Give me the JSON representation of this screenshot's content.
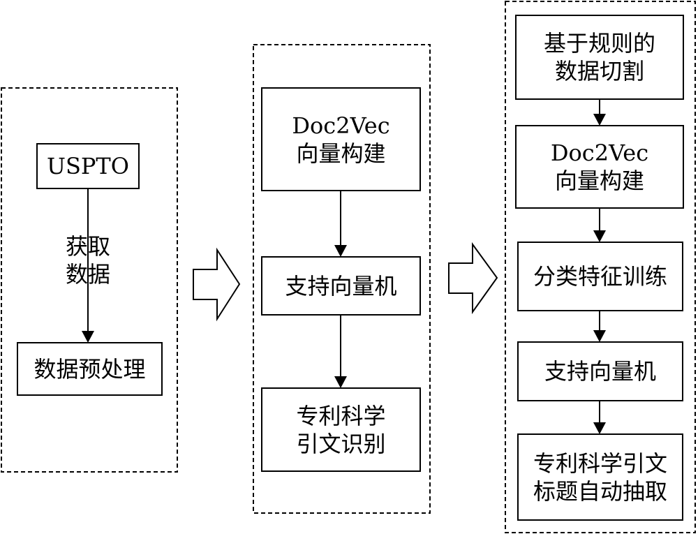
{
  "nodes": {
    "uspto": {
      "lines": [
        "USPTO"
      ]
    },
    "preprocess": {
      "lines": [
        "数据预处理"
      ]
    },
    "doc2vec_a": {
      "lines": [
        "Doc2Vec",
        "向量构建"
      ]
    },
    "svm_a": {
      "lines": [
        "支持向量机"
      ]
    },
    "citation_recog": {
      "lines": [
        "专利科学",
        "引文识别"
      ]
    },
    "rule_split": {
      "lines": [
        "基于规则的",
        "数据切割"
      ]
    },
    "doc2vec_b": {
      "lines": [
        "Doc2Vec",
        "向量构建"
      ]
    },
    "feature_train": {
      "lines": [
        "分类特征训练"
      ]
    },
    "svm_b": {
      "lines": [
        "支持向量机"
      ]
    },
    "title_extract": {
      "lines": [
        "专利科学引文",
        "标题自动抽取"
      ]
    }
  },
  "edges": {
    "uspto_to_preprocess": {
      "label_lines": [
        "获取",
        "数据"
      ]
    }
  }
}
